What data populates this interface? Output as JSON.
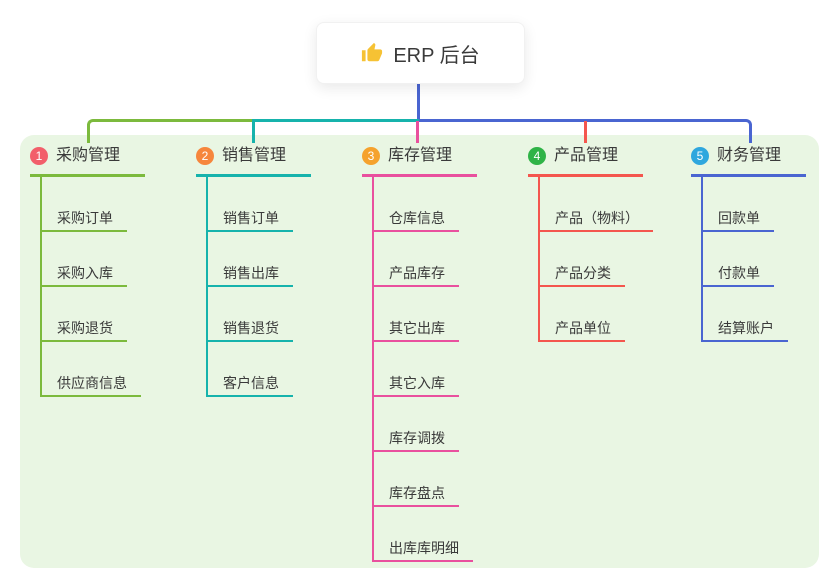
{
  "canvas": {
    "background": "#ffffff",
    "panel_background": "#e9f6e3"
  },
  "root": {
    "label": "ERP 后台",
    "icon": "thumbs-up-icon",
    "icon_color": "#f6c234",
    "line_color": "#4a65d1"
  },
  "branches": [
    {
      "index": "1",
      "label": "采购管理",
      "badge_color": "#f25f6b",
      "color": "#7cba3d",
      "children": [
        "采购订单",
        "采购入库",
        "采购退货",
        "供应商信息"
      ]
    },
    {
      "index": "2",
      "label": "销售管理",
      "badge_color": "#f6863c",
      "color": "#16b3ac",
      "children": [
        "销售订单",
        "销售出库",
        "销售退货",
        "客户信息"
      ]
    },
    {
      "index": "3",
      "label": "库存管理",
      "badge_color": "#f5a22d",
      "color": "#e9509e",
      "children": [
        "仓库信息",
        "产品库存",
        "其它出库",
        "其它入库",
        "库存调拨",
        "库存盘点",
        "出库库明细"
      ]
    },
    {
      "index": "4",
      "label": "产品管理",
      "badge_color": "#2fb347",
      "color": "#f4564e",
      "children": [
        "产品（物料）",
        "产品分类",
        "产品单位"
      ]
    },
    {
      "index": "5",
      "label": "财务管理",
      "badge_color": "#2fa7de",
      "color": "#4a65d1",
      "children": [
        "回款单",
        "付款单",
        "结算账户"
      ]
    }
  ]
}
